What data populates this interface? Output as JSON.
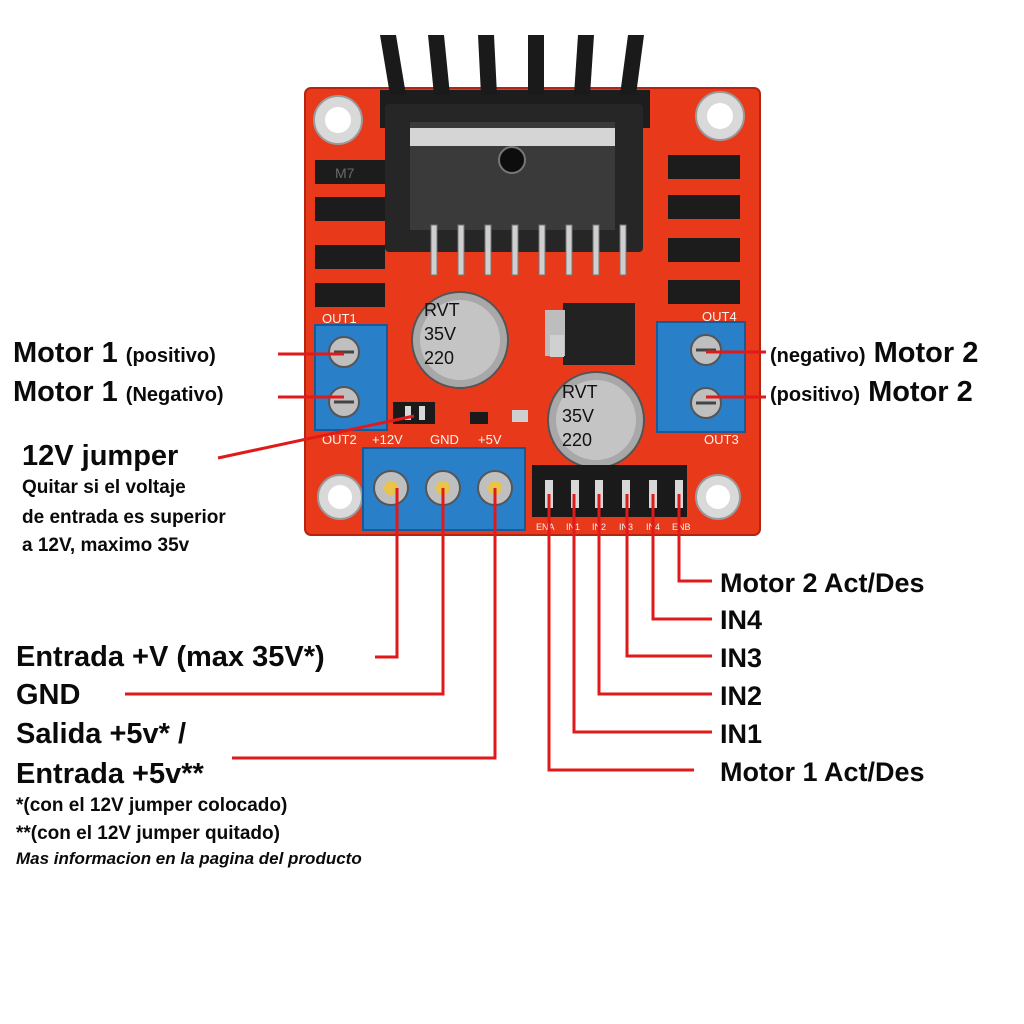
{
  "board": {
    "terminal_labels": {
      "out1": "OUT1",
      "out2": "OUT2",
      "out3": "OUT3",
      "out4": "OUT4",
      "v12": "+12V",
      "gnd": "GND",
      "v5": "+5V"
    },
    "header_pins": [
      "ENA",
      "IN1",
      "IN2",
      "IN3",
      "IN4",
      "ENB"
    ],
    "capacitor_text": [
      "220",
      "35V",
      "RVT"
    ],
    "diode_text": "M7",
    "board_color": "#e83a1a",
    "terminal_color": "#2a7fc9",
    "wire_color": "#e01a1a"
  },
  "labels": {
    "motor1_pos_name": "Motor 1",
    "motor1_pos_note": "(positivo)",
    "motor1_neg_name": "Motor 1",
    "motor1_neg_note": "(Negativo)",
    "motor2_neg_note": "(negativo)",
    "motor2_neg_name": "Motor 2",
    "motor2_pos_note": "(positivo)",
    "motor2_pos_name": "Motor 2",
    "jumper_title": "12V jumper",
    "jumper_desc_1": "Quitar si el voltaje",
    "jumper_desc_2": "de entrada es superior",
    "jumper_desc_3": "a 12V, maximo 35v",
    "vin": "Entrada +V (max 35V*)",
    "gnd": "GND",
    "v5_line1": "Salida +5v* /",
    "v5_line2": "Entrada +5v**",
    "footnote_1": "*(con el 12V jumper colocado)",
    "footnote_2": "**(con el 12V jumper quitado)",
    "footnote_3": "Mas informacion en la pagina del producto",
    "motor2_enable": "Motor 2 Act/Des",
    "in4": "IN4",
    "in3": "IN3",
    "in2": "IN2",
    "in1": "IN1",
    "motor1_enable": "Motor 1 Act/Des"
  }
}
